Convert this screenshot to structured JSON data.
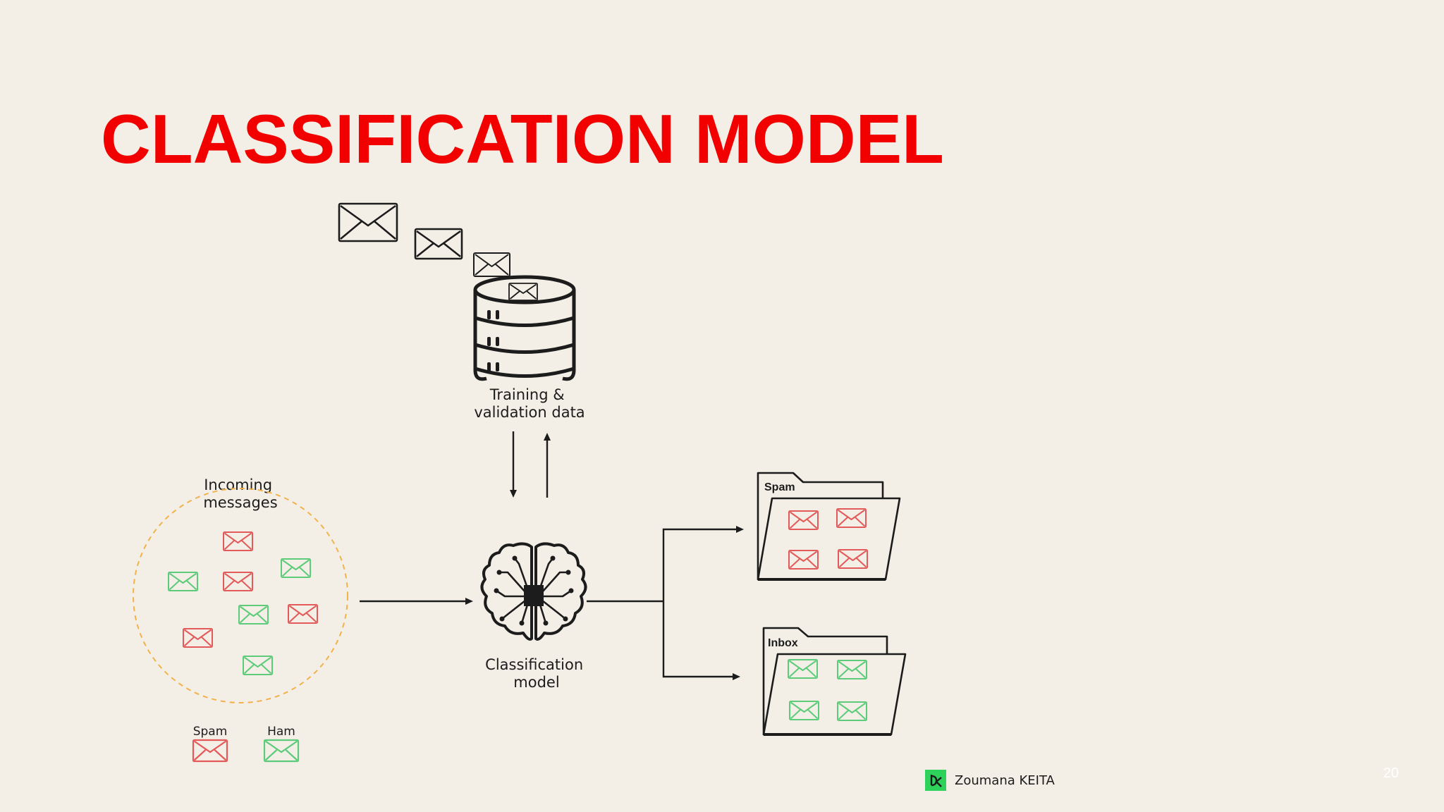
{
  "slide": {
    "title": "CLASSIFICATION MODEL",
    "author": "Zoumana KEITA",
    "page_number": "20"
  },
  "diagram": {
    "training_data_label_line1": "Training &",
    "training_data_label_line2": "validation data",
    "incoming_label_line1": "Incoming",
    "incoming_label_line2": "messages",
    "model_label_line1": "Classification",
    "model_label_line2": "model",
    "legend_spam": "Spam",
    "legend_ham": "Ham",
    "spam_folder_label": "Spam",
    "inbox_folder_label": "Inbox"
  },
  "colors": {
    "background": "#f4efe6",
    "title": "#f20000",
    "spam": "#e35a5a",
    "ham": "#5ccb7a",
    "ink": "#1c1c1c",
    "dashed_circle": "#f2b24a",
    "logo": "#2ed15a"
  },
  "icons": [
    "envelope-icon",
    "database-icon",
    "brain-chip-icon",
    "folder-icon",
    "arrow-icon",
    "logo-icon"
  ]
}
